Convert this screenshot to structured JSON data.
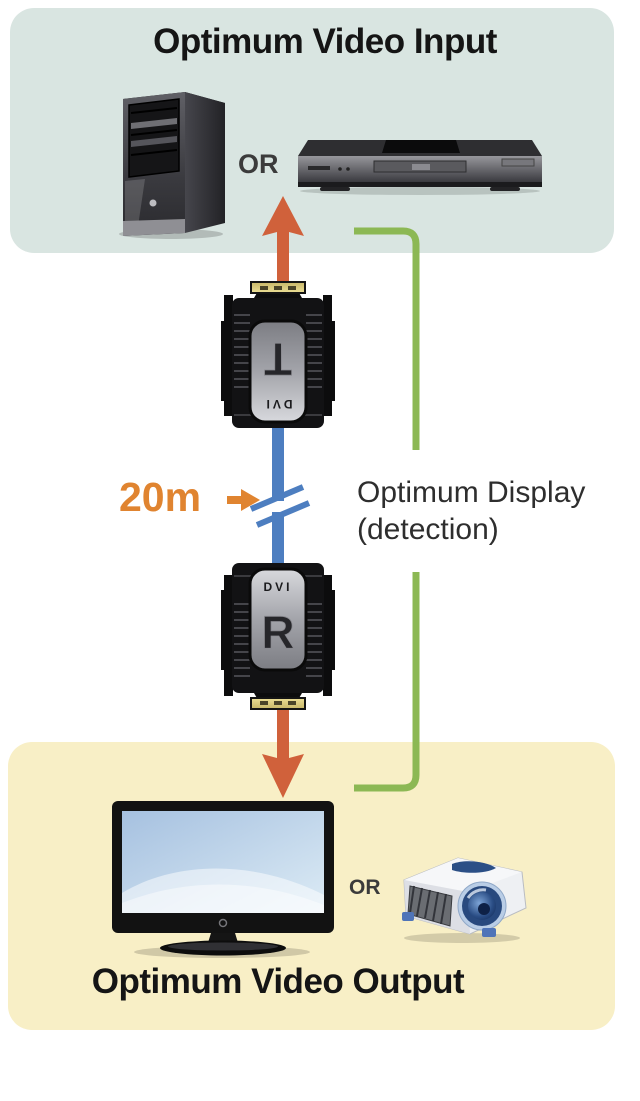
{
  "input_section": {
    "title": "Optimum Video Input",
    "or_label": "OR",
    "devices": [
      "computer-tower",
      "dvd-player"
    ],
    "bg_color": "#d9e5e1"
  },
  "link": {
    "length_label": "20m",
    "transmitter": {
      "logo": "DVI",
      "letter": "T"
    },
    "receiver": {
      "logo": "DVI",
      "letter": "R"
    }
  },
  "detection_note": {
    "line1": "Optimum Display",
    "line2": "(detection)"
  },
  "output_section": {
    "title": "Optimum Video Output",
    "or_label": "OR",
    "devices": [
      "tv-monitor",
      "projector"
    ],
    "bg_color": "#f8efc6"
  },
  "colors": {
    "arrow": "#d0613b",
    "cable": "#4d7ec0",
    "bracket": "#8cb854",
    "length_accent": "#e08430",
    "input_bg": "#d9e5e1",
    "output_bg": "#f8efc6"
  }
}
